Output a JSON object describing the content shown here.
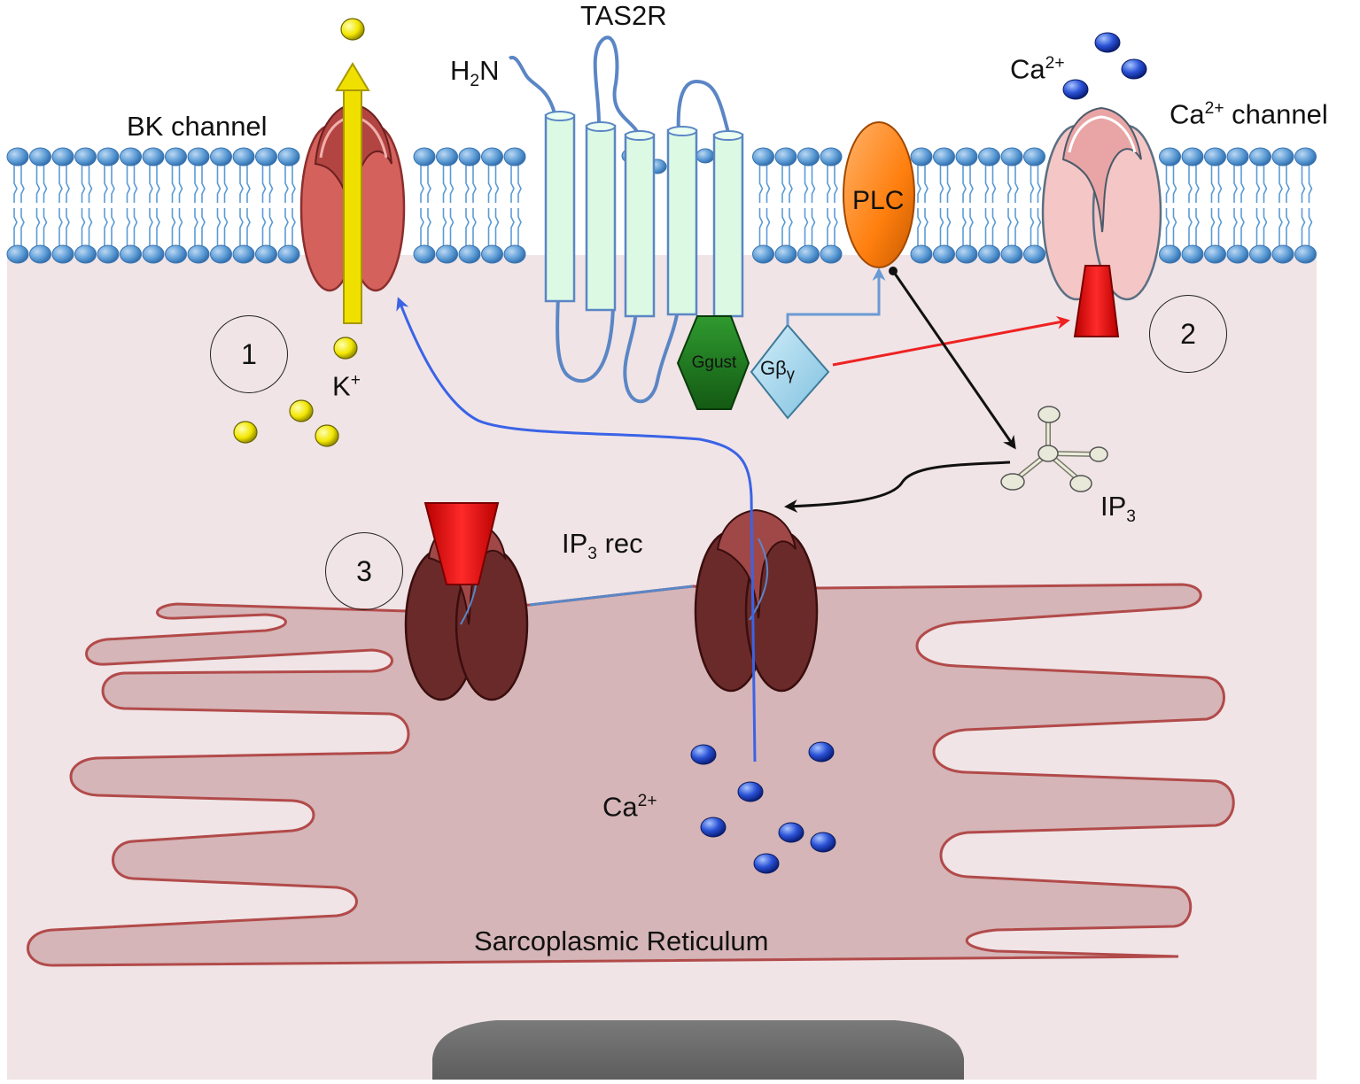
{
  "labels": {
    "tas2r": "TAS2R",
    "h2n_main": "H",
    "h2n_sub": "2",
    "h2n_end": "N",
    "bk_channel": "BK channel",
    "ca_top_main": "Ca",
    "ca_top_sup": "2+",
    "ca_channel_main": "Ca",
    "ca_channel_sup": "2+",
    "ca_channel_rest": " channel",
    "plc": "PLC",
    "ggust": "Ggust",
    "gbg_main": "Gβ",
    "gbg_sub": "γ",
    "k_main": "K",
    "k_sup": "+",
    "ip3_main": "IP",
    "ip3_sub": "3",
    "ip3rec_main": "IP",
    "ip3rec_sub": "3",
    "ip3rec_end": " rec",
    "ca_sr_main": "Ca",
    "ca_sr_sup": "2+",
    "sr": "Sarcoplasmic Reticulum"
  },
  "steps": [
    "1",
    "2",
    "3"
  ],
  "colors": {
    "membrane_head": "#5b9bd5",
    "cytoplasm": "#f0e4e6",
    "sr_fill": "#d5b5b7",
    "sr_outline": "#b24a4a",
    "bk_channel": "#d4615c",
    "ca_channel": "#f4c6c6",
    "ip3_receptor": "#6b2a2a",
    "receptor_helix": "#dcf9e4",
    "plc": "#ff7f0e",
    "ggust": "#1e7a1e",
    "gbg": "#9fd3ea",
    "k_ion": "#f2e600",
    "ca_ion": "#2a52d6",
    "blocker": "#ee1111",
    "arrow_yellow": "#f0e000",
    "arrow_blue": "#3a63e6",
    "arrow_red": "#ee2222",
    "arrow_black": "#111111",
    "nucleus": "#6f6f6f"
  }
}
